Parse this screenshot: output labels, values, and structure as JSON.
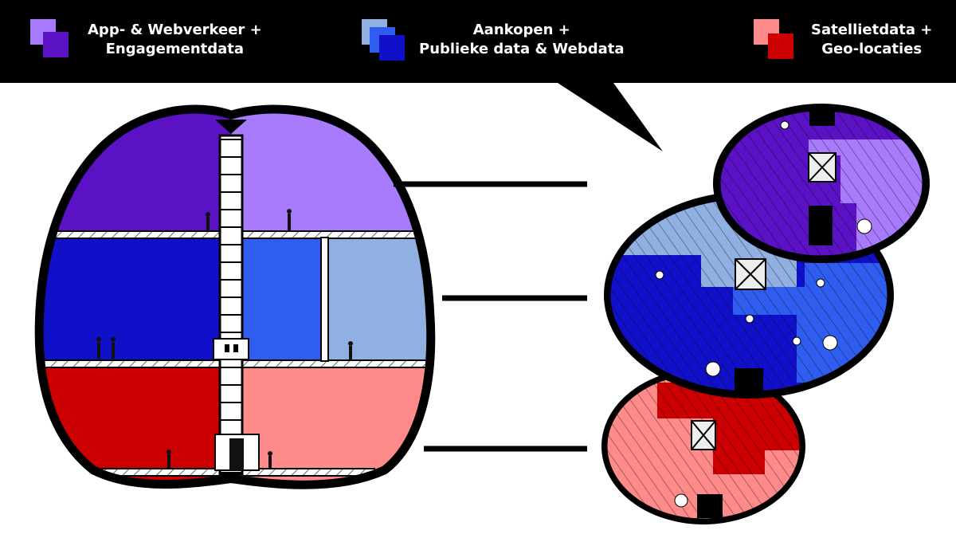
{
  "legend": [
    {
      "line1": "App- & Webverkeer +",
      "line2": "Engagementdata",
      "colors": [
        "#a77bfb",
        "#5a12c4"
      ]
    },
    {
      "line1": "Aankopen +",
      "line2": "Publieke data & Webdata",
      "colors": [
        "#8fb0e0",
        "#2e5df0",
        "#1010c8"
      ]
    },
    {
      "line1": "Satellietdata +",
      "line2": "Geo-locaties",
      "colors": [
        "#ff8a8a",
        "#cc0000"
      ]
    }
  ],
  "palette": {
    "light_purple": "#a77bfb",
    "dark_purple": "#5a12c4",
    "light_blue": "#8fb0e0",
    "mid_blue": "#2e5df0",
    "dark_blue": "#1010c8",
    "light_red": "#ff8a8a",
    "dark_red": "#cc0000",
    "outline": "#000000"
  }
}
